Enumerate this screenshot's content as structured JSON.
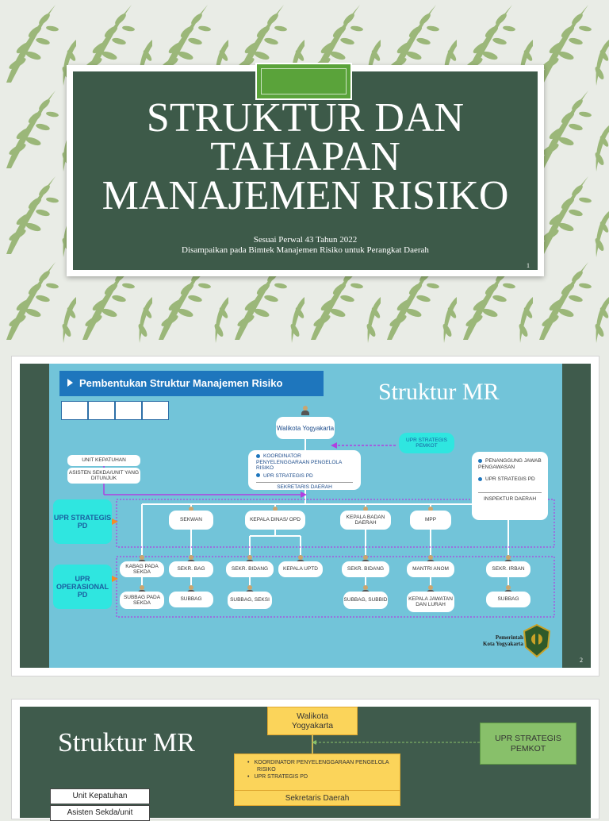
{
  "slide1": {
    "title": "STRUKTUR DAN TAHAPAN MANAJEMEN RISIKO",
    "title_lines": [
      "STRUKTUR DAN",
      "TAHAPAN",
      "MANAJEMEN RISIKO"
    ],
    "subtitle1": "Sesuai Perwal 43 Tahun 2022",
    "subtitle2": "Disampaikan pada Bimtek Manajemen Risiko  untuk Perangkat Daerah",
    "page_number": "1",
    "colors": {
      "pattern_bg": "#e9ece6",
      "leaf": "#9bb779",
      "card": "#3d5a49",
      "tab": "#5aa33a"
    }
  },
  "slide2": {
    "header": "Pembentukan Struktur Manajemen Risiko",
    "title": "Struktur MR",
    "walikota": "Walikota Yogyakarta",
    "upr_strategis_pemkot": "UPR STRATEGIS PEMKOT",
    "koordinator_items": [
      "KOORDINATOR PENYELENGGARAAN PENGELOLA RISIKO",
      "UPR STRATEGIS PD"
    ],
    "sekda": "SEKRETARIS DAERAH",
    "unit_kepatuhan": "UNIT KEPATUHAN",
    "asisten": "ASISTEN SEKDA/UNIT YANG DITUNJUK",
    "inspektur_items": [
      "PENANGGUNG JAWAB PENGAWASAN",
      "UPR STRATEGIS PD"
    ],
    "inspektur": "INSPEKTUR DAERAH",
    "upr_strategis_pd": "UPR STRATEGIS PD",
    "upr_operasional_pd": "UPR OPERASIONAL PD",
    "row1": [
      "SEKWAN",
      "KEPALA DINAS/ OPD",
      "KEPALA BADAN DAERAH",
      "MPP"
    ],
    "row2": [
      "KABAG PADA SEKDA",
      "SEKR. BAG",
      "SEKR. BIDANG",
      "KEPALA UPTD",
      "SEKR. BIDANG",
      "MANTRI ANOM",
      "SEKR. IRBAN"
    ],
    "row3": [
      "SUBBAG PADA SEKDA",
      "SUBBAG",
      "SUBBAG, SEKSI",
      "SUBBAG, SUBBID",
      "KEPALA JAWATAN DAN LURAH",
      "SUBBAG"
    ],
    "logo_text1": "Pemerintah",
    "logo_text2": "Kota Yogyakarta",
    "page_number": "2",
    "colors": {
      "panel": "#72c4d9",
      "header": "#1e76bd",
      "cyan_label": "#2fe6e0",
      "magenta": "#b040e0"
    }
  },
  "slide3": {
    "title": "Struktur MR",
    "walikota": "Walikota Yogyakarta",
    "upr_strategis_pemkot": "UPR STRATEGIS PEMKOT",
    "koordinator_items": [
      "KOORDINATOR PENYELENGGARAAN PENGELOLA RISIKO",
      "UPR STRATEGIS PD"
    ],
    "sekda": "Sekretaris Daerah",
    "unit_kepatuhan": "Unit Kepatuhan",
    "asisten_partial": "Asisten Sekda/unit",
    "colors": {
      "box": "#fbd45a",
      "box_border": "#e0a830",
      "pemkot": "#88c06a"
    }
  }
}
